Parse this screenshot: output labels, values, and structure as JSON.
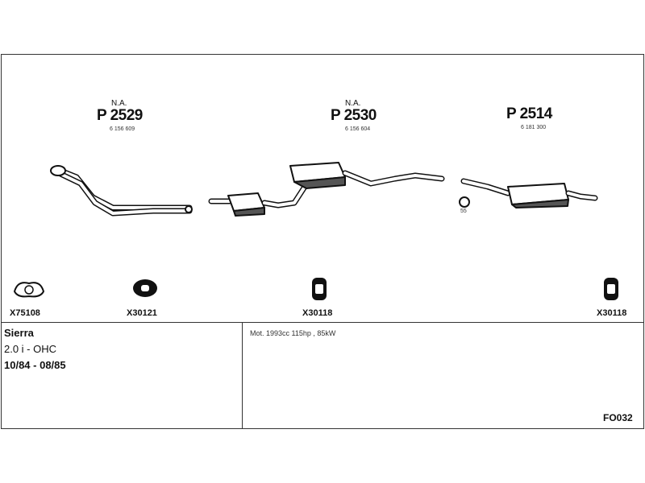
{
  "parts": [
    {
      "na": "N.A.",
      "number": "P 2529",
      "oe": "6 156 609"
    },
    {
      "na": "N.A.",
      "number": "P 2530",
      "oe": "6 156 604"
    },
    {
      "number": "P 2514",
      "oe": "6 181 300"
    }
  ],
  "clamp_label": "55",
  "fittings": [
    {
      "code": "X75108",
      "icon": "gasket-icon"
    },
    {
      "code": "X30121",
      "icon": "rubber-ring-icon"
    },
    {
      "code": "X30118",
      "icon": "rubber-hanger-icon"
    },
    {
      "code": "X30118",
      "icon": "rubber-hanger-icon"
    }
  ],
  "vehicle": {
    "model": "Sierra",
    "engine": "2.0 i - OHC",
    "years": "10/84 - 08/85"
  },
  "engine_spec": "Mot. 1993cc 115hp , 85kW",
  "diagram_code": "FO032"
}
